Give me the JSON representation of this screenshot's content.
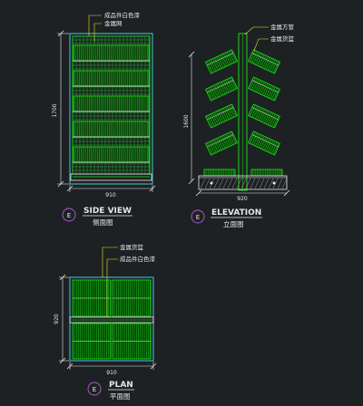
{
  "colors": {
    "background": "#1e2124",
    "shelf_green": "#19e619",
    "dim_white": "#e6e6e6",
    "leader_yellow": "#e6e619",
    "marker_purple": "#b05cd0",
    "hatch_gray": "#9aa0a6",
    "frame_cyan": "#3ccfcf"
  },
  "views": {
    "side": {
      "title": "SIDE VIEW",
      "subtitle": "侧面图",
      "marker": "E",
      "annotations": [
        "成品件白色漆",
        "金属网"
      ],
      "height_dim": "1700",
      "width_dim": "910"
    },
    "elevation": {
      "title": "ELEVATION",
      "subtitle": "立面图",
      "marker": "E",
      "annotations": [
        "金属方管",
        "金属货篮"
      ],
      "height_dim": "1600",
      "width_dim": "920"
    },
    "plan": {
      "title": "PLAN",
      "subtitle": "平面图",
      "marker": "E",
      "annotations": [
        "金属货篮",
        "成品件白色漆"
      ],
      "height_dim": "920",
      "width_dim": "910"
    }
  }
}
